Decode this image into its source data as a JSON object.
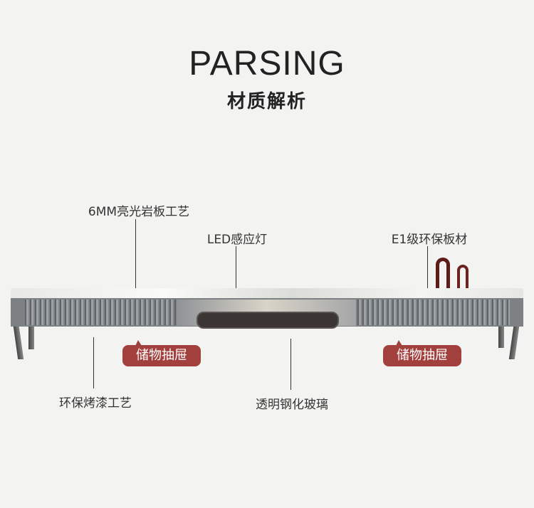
{
  "header": {
    "title": "PARSING",
    "subtitle": "材质解析"
  },
  "labels": {
    "stone": "6MM亮光岩板工艺",
    "led": "LED感应灯",
    "board": "E1级环保板材",
    "paint": "环保烤漆工艺",
    "glass": "透明钢化玻璃"
  },
  "badges": [
    "储物抽屉",
    "储物抽屉"
  ],
  "colors": {
    "badge": "#a2403d",
    "background": "#f3f3f1"
  }
}
